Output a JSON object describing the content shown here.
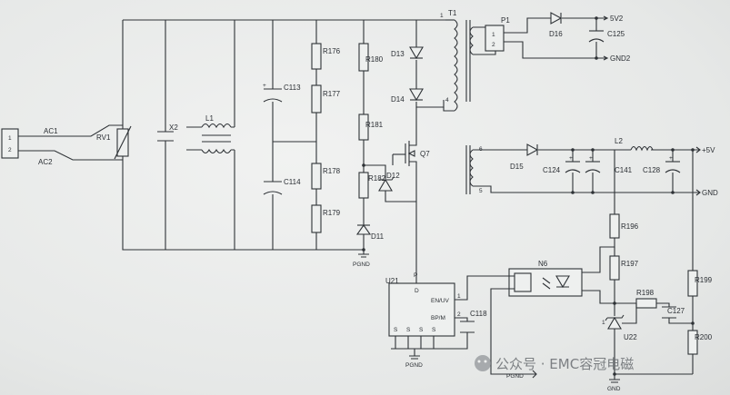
{
  "labels": {
    "ac1": "AC1",
    "ac2": "AC2",
    "rv1": "RV1",
    "x2": "X2",
    "l1": "L1",
    "c113": "C113",
    "c114": "C114",
    "r176": "R176",
    "r177": "R177",
    "r178": "R178",
    "r179": "R179",
    "r180": "R180",
    "r181": "R181",
    "r182": "R182",
    "d13": "D13",
    "d14": "D14",
    "d12": "D12",
    "d11": "D11",
    "q7": "Q7",
    "t1": "T1",
    "t1_pin1": "1",
    "t1_pin4": "4",
    "t1_pin6": "6",
    "t1_pin5": "5",
    "p1": "P1",
    "p1_pin1": "1",
    "p1_pin2": "2",
    "d16": "D16",
    "c125": "C125",
    "v5v2": "5V2",
    "gnd2": "GND2",
    "d15": "D15",
    "l2": "L2",
    "c124": "C124",
    "c141": "C141",
    "c128": "C128",
    "v5v": "+5V",
    "gnd": "GND",
    "pgnd_left": "PGND",
    "u21": "U21",
    "d_pin": "D",
    "en_uv": "EN/UV",
    "bp_m": "BP/M",
    "s_pins": [
      "S",
      "S",
      "S",
      "S"
    ],
    "pin_1": "1",
    "pin_2": "2",
    "c118": "C118",
    "n6": "N6",
    "r196": "R196",
    "r197": "R197",
    "r198": "R198",
    "r199": "R199",
    "r200": "R200",
    "c127": "C127",
    "u22": "U22",
    "pgnd_bottom": "PGND",
    "pgnd_bottom2": "PGND",
    "gnd_bottom": "GND",
    "conn_1": "1",
    "conn_2": "2",
    "p_pin": "P"
  },
  "watermark": "公众号 · EMC容冠电磁"
}
